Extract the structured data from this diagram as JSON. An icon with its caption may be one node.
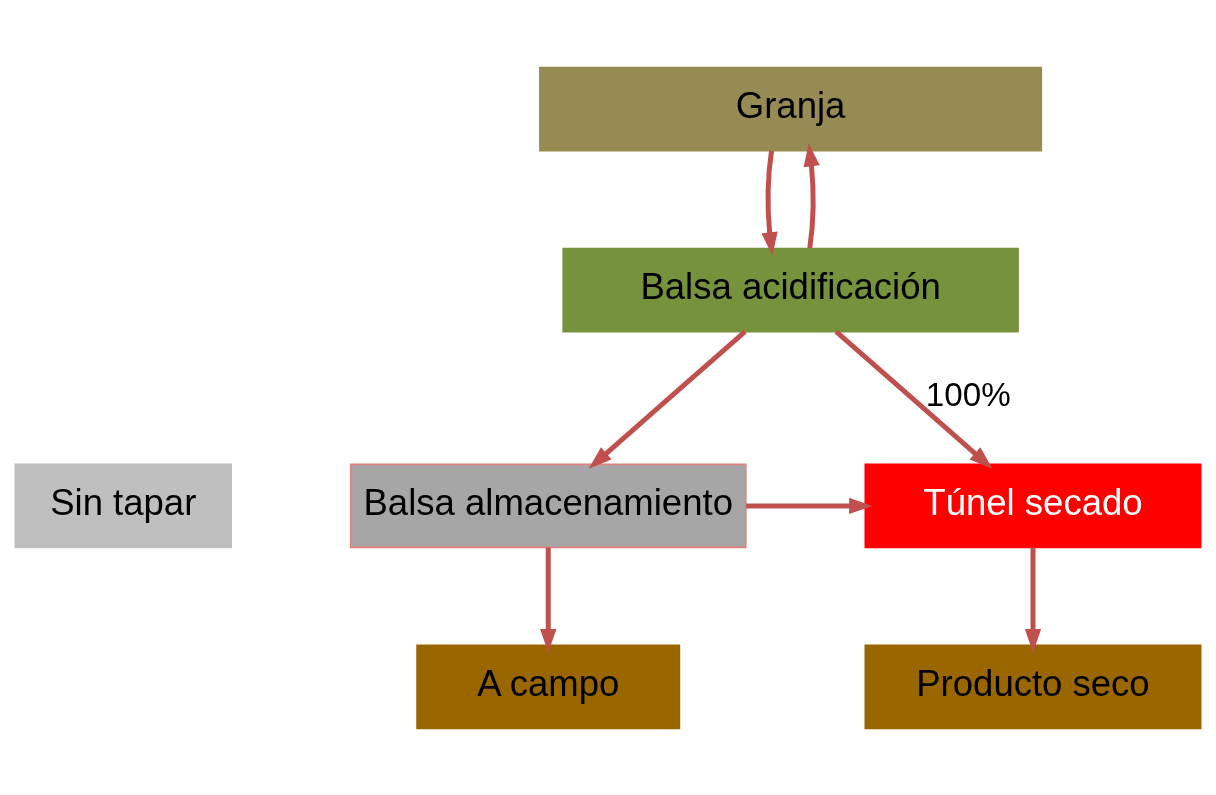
{
  "diagram": {
    "nodes": [
      {
        "text": [
          "Granja"
        ]
      },
      {
        "text": [
          "Balsa acidificación"
        ]
      },
      {
        "text": [
          "Balsa almacenamiento"
        ]
      },
      {
        "text": [
          "Sin tapar"
        ]
      },
      {
        "text": [
          "Túnel secado"
        ]
      },
      {
        "text": [
          "A campo"
        ]
      },
      {
        "text": [
          "Producto seco"
        ]
      }
    ],
    "edges": [
      {
        "from": 0,
        "to": 1,
        "arrow": "to"
      },
      {
        "from": 1,
        "to": 0,
        "arrow": "to"
      },
      {
        "from": 1,
        "to": 2,
        "arrow": "to"
      },
      {
        "from": 1,
        "to": 4,
        "arrow": "to",
        "label": "100%"
      },
      {
        "from": 2,
        "to": 4,
        "arrow": "to"
      },
      {
        "from": 2,
        "to": 5,
        "arrow": "to"
      },
      {
        "from": 4,
        "to": 6,
        "arrow": "to"
      }
    ]
  }
}
